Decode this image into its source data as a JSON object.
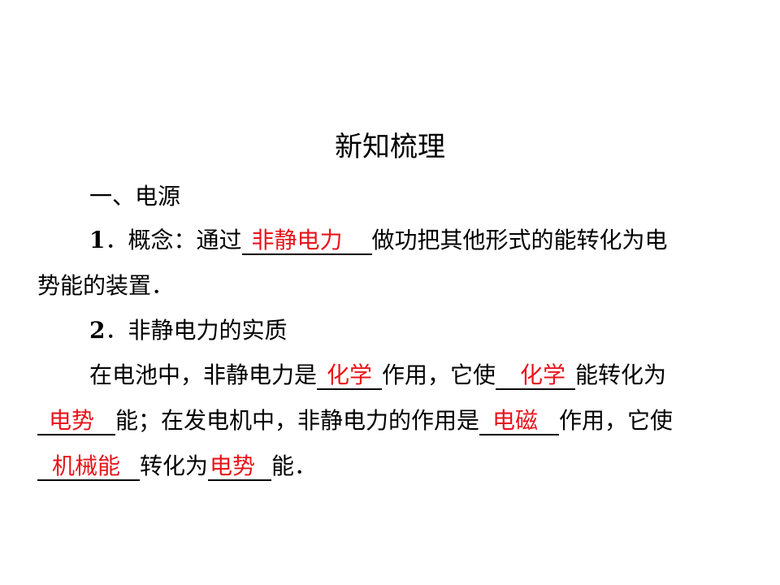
{
  "title": "新知梳理",
  "section1": {
    "heading": "一、电源"
  },
  "item1": {
    "num": "1",
    "label": "．概念：通过",
    "blank1": "非静电力",
    "after1": "做功把其他形式的能转化为电",
    "line2": "势能的装置．"
  },
  "item2": {
    "num": "2",
    "heading": "．非静电力的实质",
    "l1_a": "在电池中，非静电力是",
    "blank1": "化学",
    "l1_b": "作用，它使",
    "blank2": "化学",
    "l1_c": "能转化为",
    "blank3": "电势",
    "l2_a": "能；在发电机中，非静电力的作用是",
    "blank4": "电磁",
    "l2_b": "作用，它使",
    "blank5": "机械能",
    "l3_a": "转化为",
    "blank6": "电势",
    "l3_b": "能．"
  },
  "colors": {
    "answer": "#e8141b",
    "text": "#000000"
  }
}
